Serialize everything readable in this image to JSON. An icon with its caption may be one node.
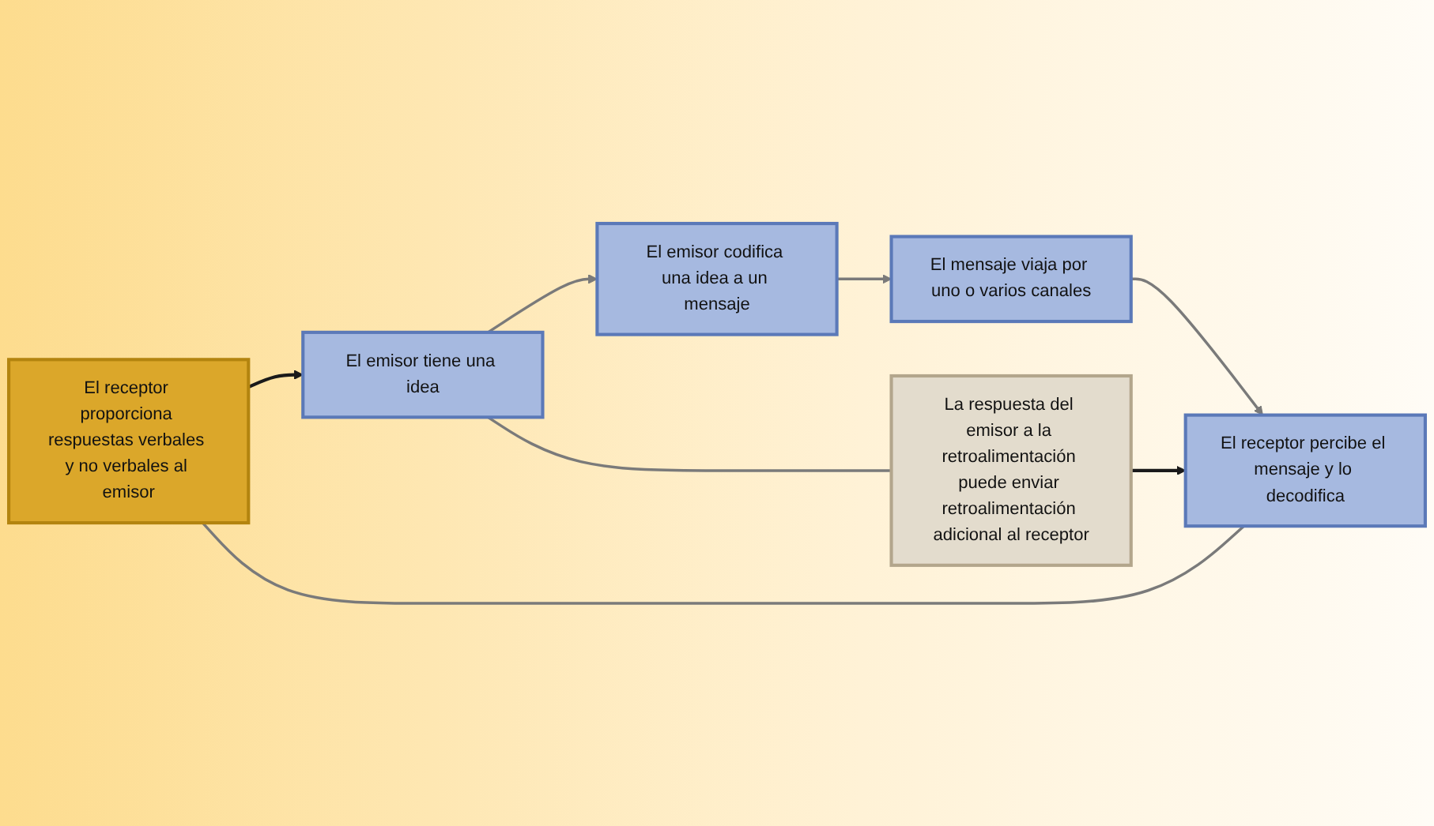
{
  "diagram": {
    "nodes": [
      {
        "text": [
          "El receptor proporciona respuestas verbales y no verbales al emisor"
        ]
      },
      {
        "text": [
          "El emisor tiene una idea"
        ]
      },
      {
        "text": [
          "El emisor codifica una idea a un mensaje"
        ]
      },
      {
        "text": [
          "El mensaje viaja por uno o varios canales"
        ]
      },
      {
        "text": [
          "El receptor percibe el mensaje y lo decodifica"
        ]
      },
      {
        "text": [
          "La respuesta del emisor a la retroalimentación puede enviar retroalimentación adicional al receptor"
        ]
      }
    ],
    "edges": [
      {
        "from": 1,
        "to": 2,
        "arrow": "to"
      },
      {
        "from": 2,
        "to": 3,
        "arrow": "to"
      },
      {
        "from": 3,
        "to": 4,
        "arrow": "to"
      },
      {
        "from": 4,
        "to": 0,
        "arrow": "none"
      },
      {
        "from": 0,
        "to": 1,
        "arrow": "to",
        "color": "#1a1a1a"
      },
      {
        "from": 1,
        "to": 5,
        "arrow": "none"
      },
      {
        "from": 5,
        "to": 4,
        "arrow": "to",
        "color": "#1a1a1a"
      }
    ]
  }
}
